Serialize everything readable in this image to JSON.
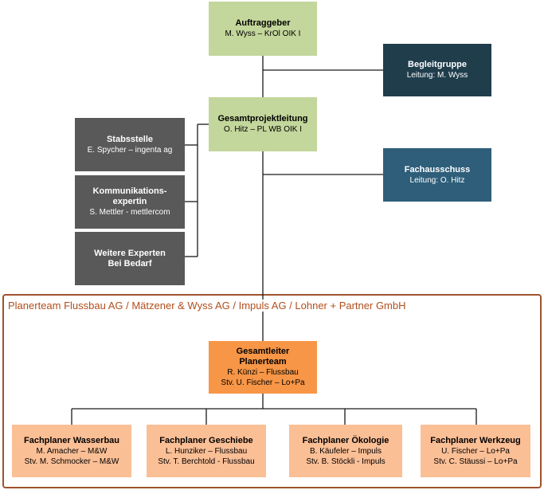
{
  "auftraggeber": {
    "title": "Auftraggeber",
    "subtitle": "M. Wyss – KrOl OIK I"
  },
  "begleitgruppe": {
    "title": "Begleitgruppe",
    "subtitle": "Leitung: M. Wyss"
  },
  "gesamtprojektleitung": {
    "title": "Gesamtprojektleitung",
    "subtitle": "O. Hitz – PL WB OIK I"
  },
  "stabsstelle": {
    "title": "Stabsstelle",
    "subtitle": "E. Spycher – ingenta ag"
  },
  "kommunikation": {
    "title_line1": "Kommunikations-",
    "title_line2": "expertin",
    "subtitle": "S. Mettler - mettlercom"
  },
  "weitere_experten": {
    "title_line1": "Weitere Experten",
    "title_line2": "Bei Bedarf"
  },
  "fachausschuss": {
    "title": "Fachausschuss",
    "subtitle": "Leitung: O. Hitz"
  },
  "planerteam": {
    "label": "Planerteam Flussbau AG / Mätzener & Wyss AG / Impuls AG / Lohner + Partner GmbH"
  },
  "gesamtleiter": {
    "title_line1": "Gesamtleiter",
    "title_line2": "Planerteam",
    "line1": "R. Künzi – Flussbau",
    "line2": "Stv. U. Fischer – Lo+Pa"
  },
  "fachplaner": [
    {
      "title": "Fachplaner Wasserbau",
      "line1": "M. Amacher – M&W",
      "line2": "Stv. M. Schmocker – M&W"
    },
    {
      "title": "Fachplaner Geschiebe",
      "line1": "L. Hunziker – Flussbau",
      "line2": "Stv. T. Berchtold - Flussbau"
    },
    {
      "title": "Fachplaner Ökologie",
      "line1": "B. Käufeler – Impuls",
      "line2": "Stv. B. Stöckli - Impuls"
    },
    {
      "title": "Fachplaner Werkzeug",
      "line1": "U. Fischer – Lo+Pa",
      "line2": "Stv. C. Stäussi – Lo+Pa"
    }
  ],
  "colors": {
    "green": "#c3d69b",
    "navy": "#203d4c",
    "teal": "#2e5e7a",
    "grey": "#595959",
    "orange": "#f79646",
    "peach": "#fbbf96",
    "frame": "#a0522d"
  }
}
